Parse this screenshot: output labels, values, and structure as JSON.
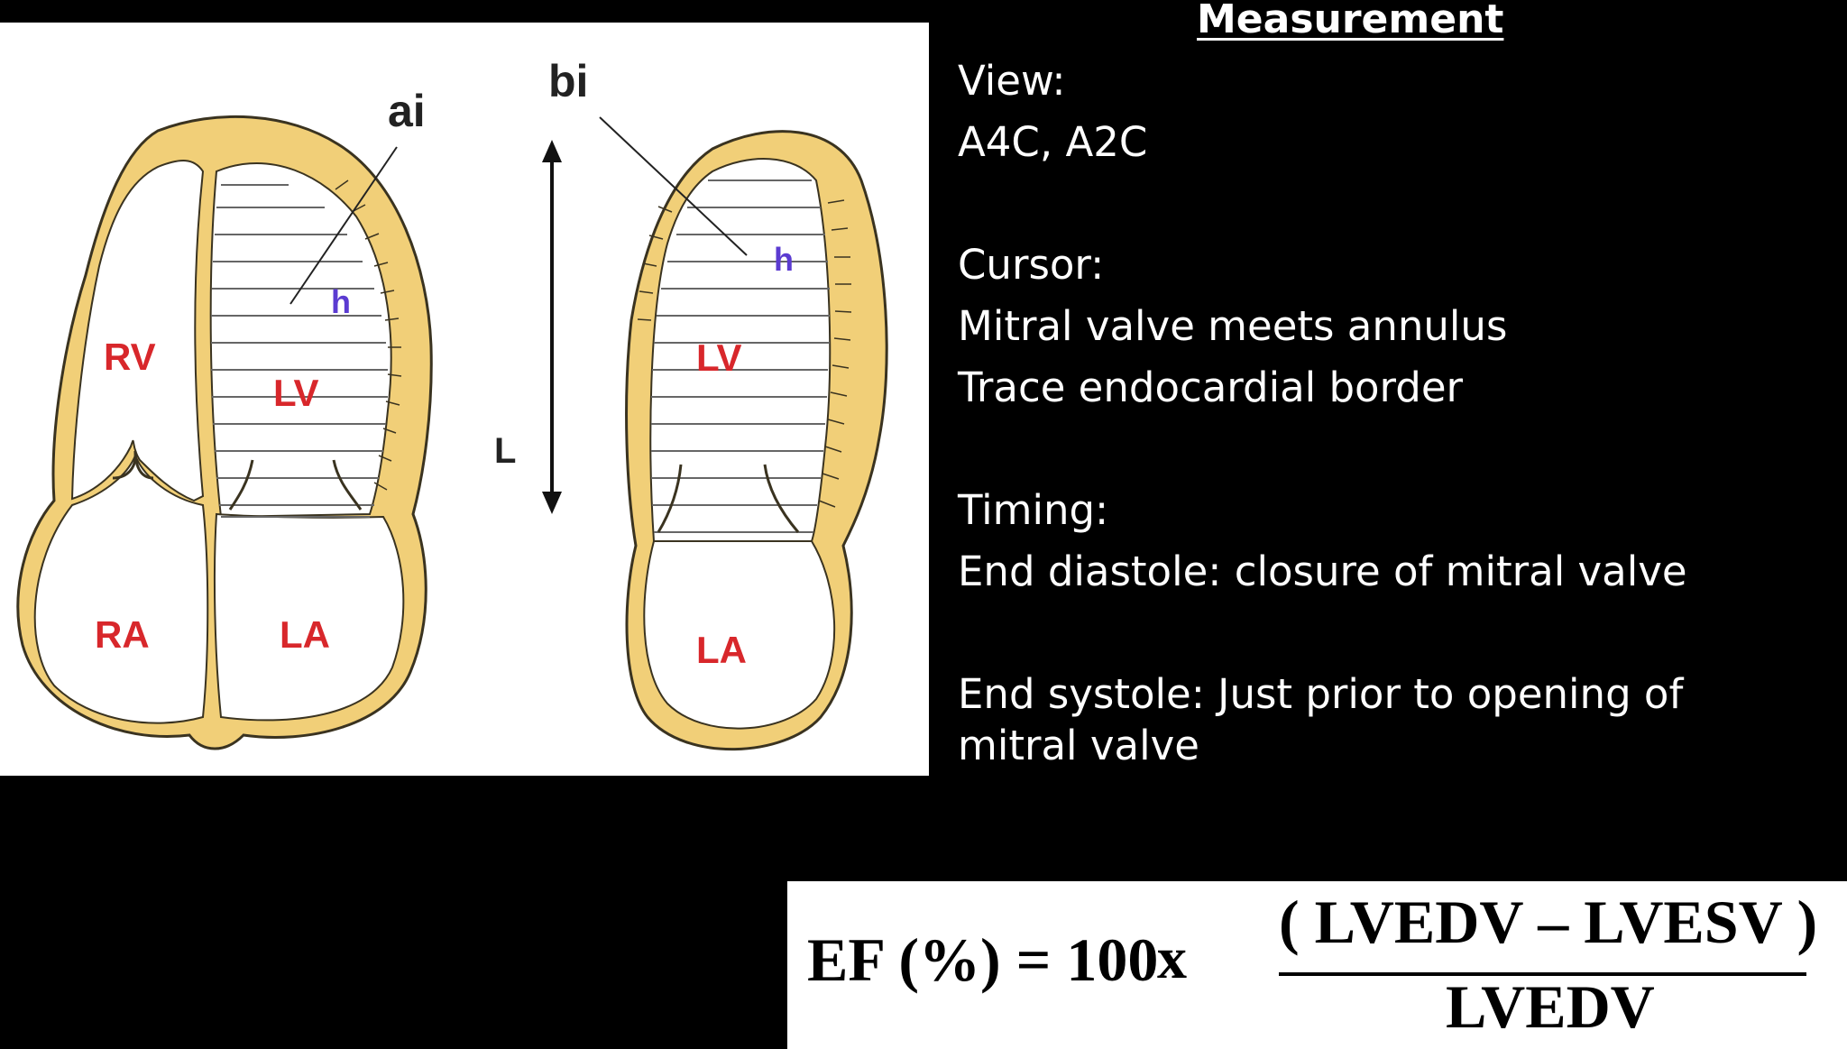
{
  "diagram": {
    "labels": {
      "ai": "ai",
      "bi": "bi",
      "L": "L",
      "h4": "h",
      "h2": "h",
      "rv": "RV",
      "lv4": "LV",
      "ra": "RA",
      "la4": "LA",
      "lv2": "LV",
      "la2": "LA"
    },
    "colors": {
      "myocardium": "#f1cf78",
      "outline": "#3a3320",
      "chamber_label": "#d8272b",
      "h_label": "#5b3bd1"
    }
  },
  "text": {
    "heading": "Measurement",
    "view_label": "View:",
    "view_value": "A4C, A2C",
    "cursor_label": "Cursor:",
    "cursor_line1": "Mitral valve meets annulus",
    "cursor_line2": "Trace endocardial border",
    "timing_label": "Timing:",
    "timing_line1": "End diastole: closure of mitral valve",
    "timing_line2a": "End systole: Just prior to opening of",
    "timing_line2b": "mitral valve"
  },
  "formula": {
    "lhs": "EF (%) = 100",
    "times": "x",
    "numerator": "( LVEDV – LVESV )",
    "denominator": "LVEDV"
  }
}
